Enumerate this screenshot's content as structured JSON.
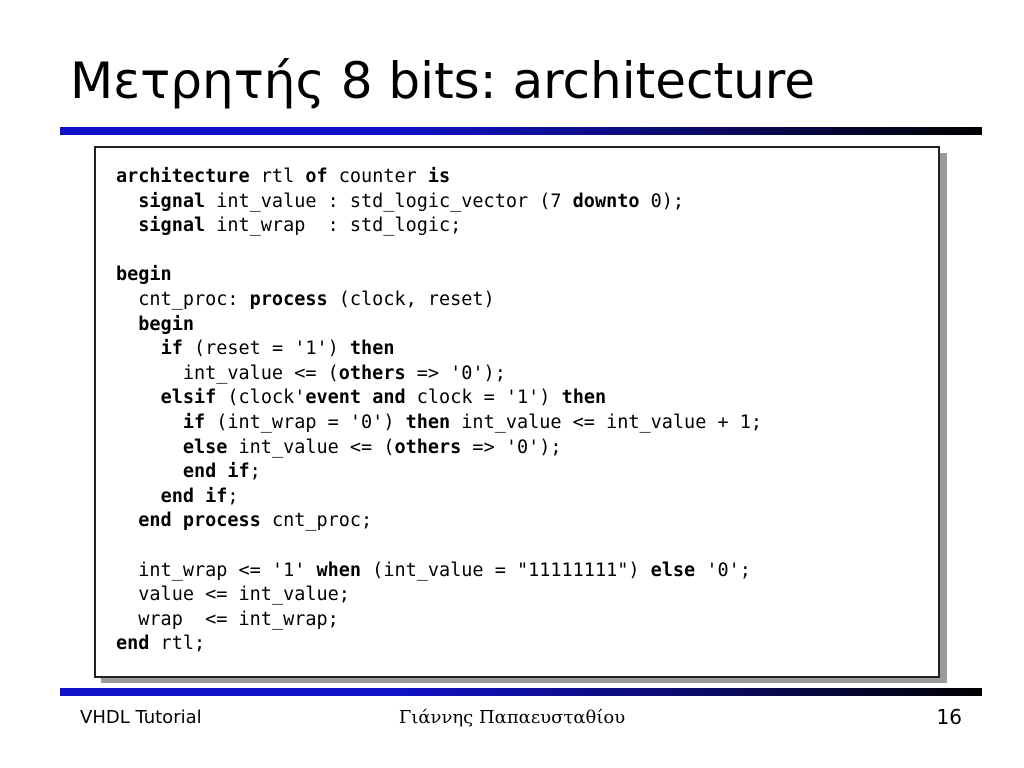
{
  "slide": {
    "title": "Μετρητής 8 bits: architecture"
  },
  "code": {
    "lines": [
      [
        [
          "k",
          "architecture"
        ],
        [
          "t",
          " rtl "
        ],
        [
          "k",
          "of"
        ],
        [
          "t",
          " counter "
        ],
        [
          "k",
          "is"
        ]
      ],
      [
        [
          "t",
          "  "
        ],
        [
          "k",
          "signal"
        ],
        [
          "t",
          " int_value : std_logic_vector (7 "
        ],
        [
          "k",
          "downto"
        ],
        [
          "t",
          " 0);"
        ]
      ],
      [
        [
          "t",
          "  "
        ],
        [
          "k",
          "signal"
        ],
        [
          "t",
          " int_wrap  : std_logic;"
        ]
      ],
      [],
      [
        [
          "k",
          "begin"
        ]
      ],
      [
        [
          "t",
          "  cnt_proc: "
        ],
        [
          "k",
          "process"
        ],
        [
          "t",
          " (clock, reset)"
        ]
      ],
      [
        [
          "t",
          "  "
        ],
        [
          "k",
          "begin"
        ]
      ],
      [
        [
          "t",
          "    "
        ],
        [
          "k",
          "if"
        ],
        [
          "t",
          " (reset = '1') "
        ],
        [
          "k",
          "then"
        ]
      ],
      [
        [
          "t",
          "      int_value <= ("
        ],
        [
          "k",
          "others"
        ],
        [
          "t",
          " => '0');"
        ]
      ],
      [
        [
          "t",
          "    "
        ],
        [
          "k",
          "elsif"
        ],
        [
          "t",
          " (clock'"
        ],
        [
          "k",
          "event"
        ],
        [
          "t",
          " "
        ],
        [
          "k",
          "and"
        ],
        [
          "t",
          " clock = '1') "
        ],
        [
          "k",
          "then"
        ]
      ],
      [
        [
          "t",
          "      "
        ],
        [
          "k",
          "if"
        ],
        [
          "t",
          " (int_wrap = '0') "
        ],
        [
          "k",
          "then"
        ],
        [
          "t",
          " int_value <= int_value + 1;"
        ]
      ],
      [
        [
          "t",
          "      "
        ],
        [
          "k",
          "else"
        ],
        [
          "t",
          " int_value <= ("
        ],
        [
          "k",
          "others"
        ],
        [
          "t",
          " => '0');"
        ]
      ],
      [
        [
          "t",
          "      "
        ],
        [
          "k",
          "end if"
        ],
        [
          "t",
          ";"
        ]
      ],
      [
        [
          "t",
          "    "
        ],
        [
          "k",
          "end if"
        ],
        [
          "t",
          ";"
        ]
      ],
      [
        [
          "t",
          "  "
        ],
        [
          "k",
          "end process"
        ],
        [
          "t",
          " cnt_proc;"
        ]
      ],
      [],
      [
        [
          "t",
          "  int_wrap <= '1' "
        ],
        [
          "k",
          "when"
        ],
        [
          "t",
          " (int_value = \"11111111\") "
        ],
        [
          "k",
          "else"
        ],
        [
          "t",
          " '0';"
        ]
      ],
      [
        [
          "t",
          "  value <= int_value;"
        ]
      ],
      [
        [
          "t",
          "  wrap  <= int_wrap;"
        ]
      ],
      [
        [
          "k",
          "end"
        ],
        [
          "t",
          " rtl;"
        ]
      ]
    ]
  },
  "footer": {
    "left": "VHDL Tutorial",
    "center": "Γιάννης Παπαευσταθίου",
    "page_number": "16"
  },
  "colors": {
    "rule_start": "#1111cc",
    "rule_end": "#000000"
  }
}
